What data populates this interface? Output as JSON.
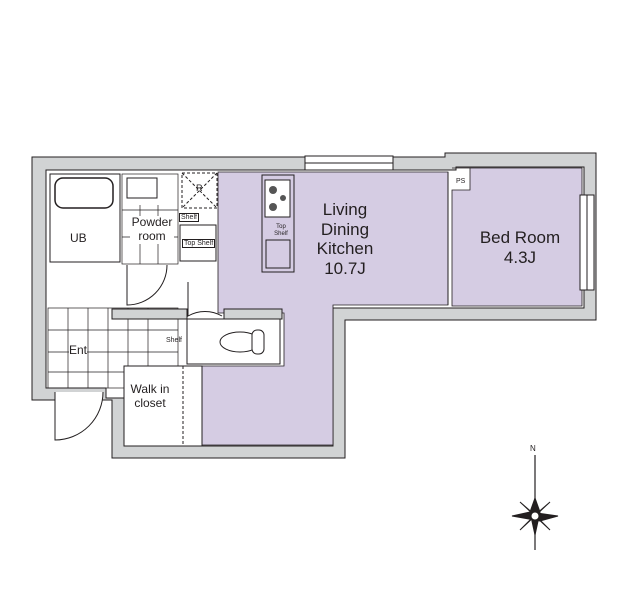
{
  "rooms": {
    "ldk": {
      "line1": "Living",
      "line2": "Dining",
      "line3": "Kitchen",
      "size": "10.7J"
    },
    "bedroom": {
      "name": "Bed Room",
      "size": "4.3J"
    },
    "unit_bath": "UB",
    "powder": {
      "line1": "Powder",
      "line2": "room"
    },
    "entrance": "Ent",
    "closet": {
      "line1": "Walk in",
      "line2": "closet"
    }
  },
  "fixtures": {
    "refrigerator": "R",
    "shelf_1": "Shelf",
    "shelf_2": "Shelf",
    "top_shelf": "Top Shelf",
    "kitchen_top_shelf": "Top Shelf",
    "pipe_space": "PS"
  },
  "compass": {
    "north": "N"
  },
  "colors": {
    "room_fill": "#d5cce3",
    "wall": "#d1d3d4",
    "line": "#231f20"
  }
}
